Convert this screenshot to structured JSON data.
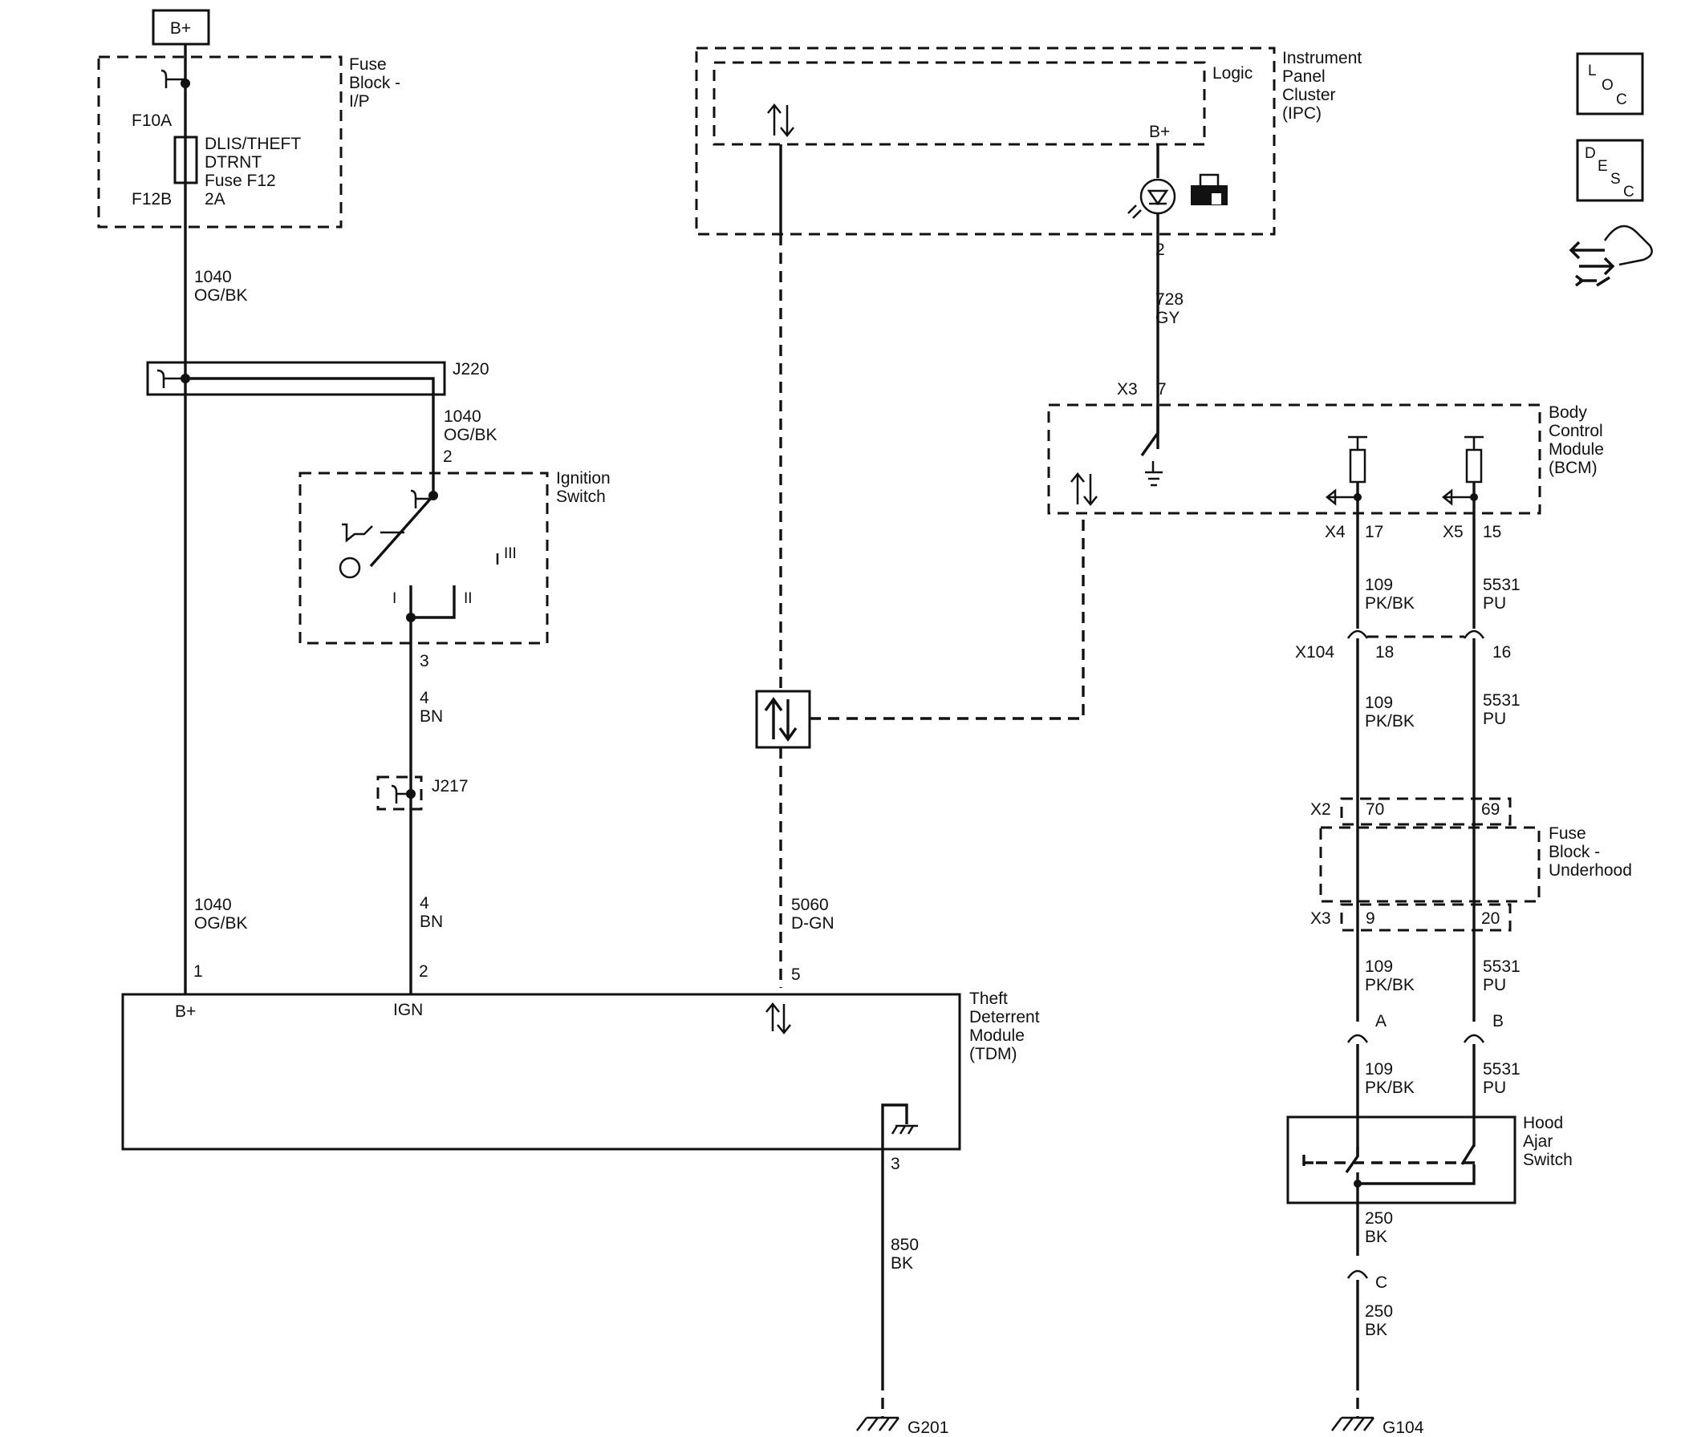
{
  "power": {
    "bplus": "B+"
  },
  "fuse_block_ip": {
    "title": [
      "Fuse",
      "Block -",
      "I/P"
    ],
    "f10a": "F10A",
    "f12b": "F12B",
    "fuse_desc": [
      "DLIS/THEFT",
      "DTRNT",
      "Fuse F12",
      "2A"
    ]
  },
  "splices": {
    "j220": "J220",
    "j217": "J217"
  },
  "ignition_switch": {
    "title": [
      "Ignition",
      "Switch"
    ],
    "pos1": "I",
    "pos2": "II",
    "pos3": "III"
  },
  "ipc": {
    "title": [
      "Instrument",
      "Panel",
      "Cluster",
      "(IPC)"
    ],
    "logic": "Logic",
    "bplus": "B+"
  },
  "bcm": {
    "title": [
      "Body",
      "Control",
      "Module",
      "(BCM)"
    ]
  },
  "fuse_block_underhood": {
    "title": [
      "Fuse",
      "Block -",
      "Underhood"
    ]
  },
  "tdm": {
    "title": [
      "Theft",
      "Deterrent",
      "Module",
      "(TDM)"
    ],
    "pin_b": "B+",
    "pin_ign": "IGN"
  },
  "hood_switch": {
    "title": [
      "Hood",
      "Ajar",
      "Switch"
    ]
  },
  "wires": {
    "w1040_top": [
      "1040",
      "OG/BK"
    ],
    "w1040_branch": [
      "1040",
      "OG/BK"
    ],
    "w1040_bottom": [
      "1040",
      "OG/BK"
    ],
    "w4_top": [
      "4",
      "BN"
    ],
    "w4_bottom": [
      "4",
      "BN"
    ],
    "w5060": [
      "5060",
      "D-GN"
    ],
    "w850": [
      "850",
      "BK"
    ],
    "w728": [
      "728",
      "GY"
    ],
    "w109_a": [
      "109",
      "PK/BK"
    ],
    "w109_b": [
      "109",
      "PK/BK"
    ],
    "w109_c": [
      "109",
      "PK/BK"
    ],
    "w109_d": [
      "109",
      "PK/BK"
    ],
    "w5531_a": [
      "5531",
      "PU"
    ],
    "w5531_b": [
      "5531",
      "PU"
    ],
    "w5531_c": [
      "5531",
      "PU"
    ],
    "w5531_d": [
      "5531",
      "PU"
    ],
    "w250_a": [
      "250",
      "BK"
    ],
    "w250_b": [
      "250",
      "BK"
    ]
  },
  "pins": {
    "ign_2": "2",
    "ign_3": "3",
    "tdm_1": "1",
    "tdm_2": "2",
    "tdm_5": "5",
    "tdm_3": "3",
    "ipc_2": "2",
    "x3": "X3",
    "bcm_7": "7",
    "x4": "X4",
    "bcm_17": "17",
    "x5": "X5",
    "bcm_15": "15",
    "x104": "X104",
    "x104_18": "18",
    "x104_16": "16",
    "x2": "X2",
    "fb_70": "70",
    "fb_69": "69",
    "x3b": "X3",
    "fb_9": "9",
    "fb_20": "20",
    "hood_a": "A",
    "hood_b": "B",
    "hood_c": "C"
  },
  "grounds": {
    "g201": "G201",
    "g104": "G104"
  },
  "side_icons": {
    "loc": [
      "L",
      "O",
      "C"
    ],
    "desc": [
      "D",
      "E",
      "S",
      "C"
    ]
  }
}
